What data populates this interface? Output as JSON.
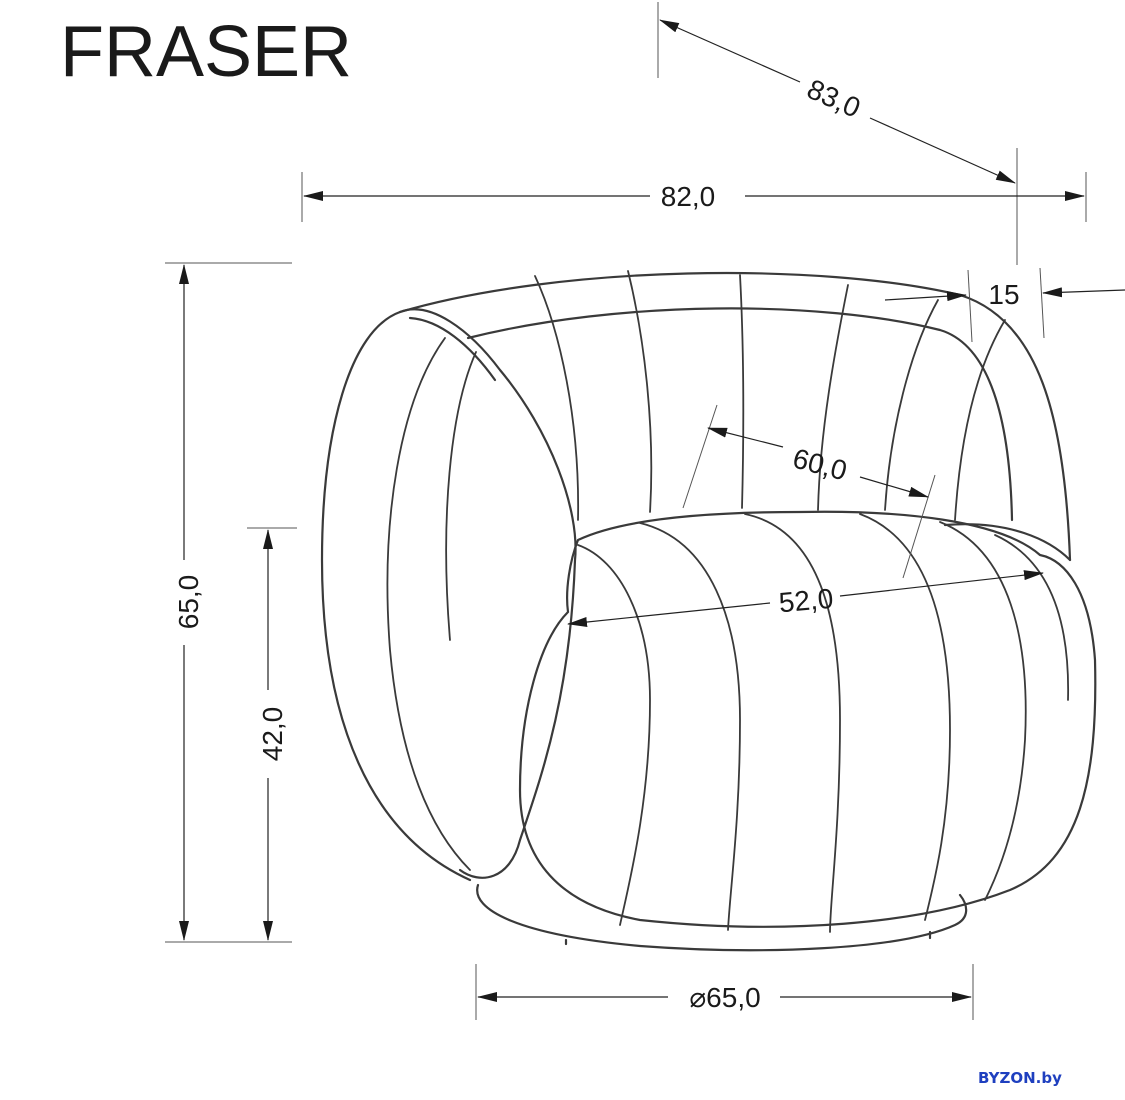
{
  "title": "FRASER",
  "brand": "BYZON.by",
  "dimensions": {
    "overall_depth_diag": "83,0",
    "overall_width": "82,0",
    "armrest_offset": "15",
    "overall_height": "65,0",
    "seat_height": "42,0",
    "seat_depth": "60,0",
    "seat_width": "52,0",
    "base_diameter": "⌀65,0"
  },
  "colors": {
    "line": "#3a3a3a",
    "text": "#1a1a1a",
    "brand": "#1e3fbf",
    "background": "#ffffff"
  }
}
